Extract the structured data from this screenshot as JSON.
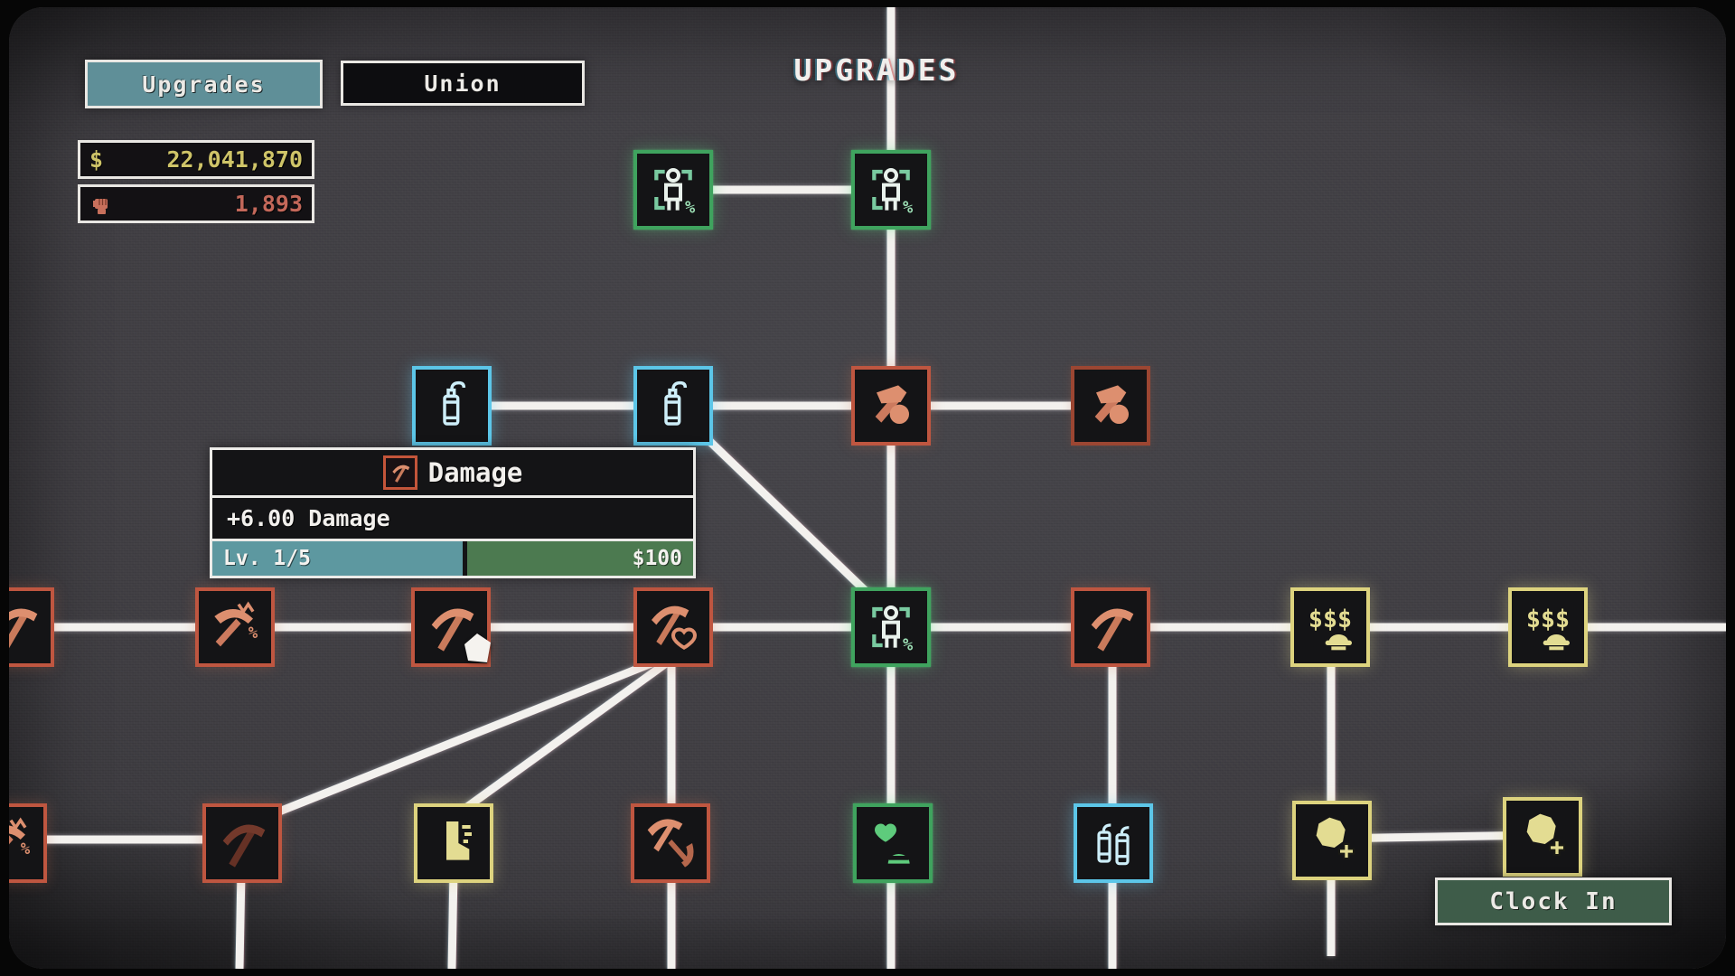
{
  "window": {
    "title": "UPGRADES"
  },
  "tabs": {
    "upgrades": "Upgrades",
    "union": "Union"
  },
  "resources": {
    "money_symbol": "$",
    "money_value": "22,041,870",
    "strikes_value": "1,893"
  },
  "tooltip": {
    "title": "Damage",
    "effect": "+6.00 Damage",
    "level": "Lv. 1/5",
    "cost": "$100"
  },
  "actions": {
    "clock_in": "Clock In"
  },
  "glyphs": {
    "dollars": "$$$",
    "percent": "%"
  },
  "colors": {
    "background": "#3f3e41",
    "connection_line": "#f3f1ee",
    "node_bg": "#141416",
    "tier_green": "#3fa35e",
    "tier_red": "#bf5640",
    "tier_cyan": "#5cc6e8",
    "tier_yellow": "#ddd37e",
    "money_text": "#cfc468",
    "strikes_text": "#c4685a",
    "tab_active_bg": "#5f8f98",
    "tooltip_level_bar": "#5d98a0",
    "tooltip_cost_bar": "#4c7a50",
    "clock_in_bg": "#3e5c49"
  },
  "skill_tree": {
    "nodes": [
      {
        "id": "workers-top-1",
        "icon": "worker-icon",
        "tier": "green",
        "row": 1
      },
      {
        "id": "workers-top-2",
        "icon": "worker-icon",
        "tier": "green",
        "row": 1
      },
      {
        "id": "extinguisher-1",
        "icon": "extinguisher-icon",
        "tier": "cyan",
        "row": 2
      },
      {
        "id": "extinguisher-2",
        "icon": "extinguisher-icon",
        "tier": "cyan",
        "row": 2
      },
      {
        "id": "hammer-1",
        "icon": "hammer-ball-icon",
        "tier": "red",
        "row": 2
      },
      {
        "id": "hammer-2",
        "icon": "hammer-ball-icon",
        "tier": "red",
        "row": 2
      },
      {
        "id": "pickaxe-edge-left",
        "icon": "pickaxe-icon",
        "tier": "red",
        "row": 3
      },
      {
        "id": "crit-pickaxe-1",
        "icon": "crit-pickaxe-icon",
        "tier": "red",
        "row": 3
      },
      {
        "id": "damage-pickaxe",
        "icon": "pickaxe-icon",
        "tier": "red",
        "row": 3,
        "state": "hovered"
      },
      {
        "id": "heart-pickaxe",
        "icon": "heart-pickaxe-icon",
        "tier": "red",
        "row": 3
      },
      {
        "id": "workers-hub",
        "icon": "worker-icon",
        "tier": "green",
        "row": 3
      },
      {
        "id": "pickaxe-2",
        "icon": "pickaxe-icon",
        "tier": "red",
        "row": 3
      },
      {
        "id": "income-1",
        "icon": "dollars-icon",
        "tier": "yellow",
        "row": 3
      },
      {
        "id": "income-2",
        "icon": "dollars-icon",
        "tier": "yellow",
        "row": 3
      },
      {
        "id": "crit-pickaxe-edge",
        "icon": "crit-pickaxe-icon",
        "tier": "red",
        "row": 4
      },
      {
        "id": "pickaxe-3",
        "icon": "pickaxe-icon",
        "tier": "red",
        "row": 4,
        "state": "locked"
      },
      {
        "id": "boot-speed",
        "icon": "boot-icon",
        "tier": "yellow",
        "row": 4
      },
      {
        "id": "double-pickaxe",
        "icon": "double-pickaxe-icon",
        "tier": "red",
        "row": 4
      },
      {
        "id": "heart-worker",
        "icon": "heart-head-icon",
        "tier": "green",
        "row": 4
      },
      {
        "id": "double-extinguisher",
        "icon": "double-extinguisher-icon",
        "tier": "cyan",
        "row": 4
      },
      {
        "id": "nugget-1",
        "icon": "nugget-plus-icon",
        "tier": "yellow",
        "row": 4
      },
      {
        "id": "nugget-2",
        "icon": "nugget-plus-icon",
        "tier": "yellow",
        "row": 4
      }
    ]
  }
}
